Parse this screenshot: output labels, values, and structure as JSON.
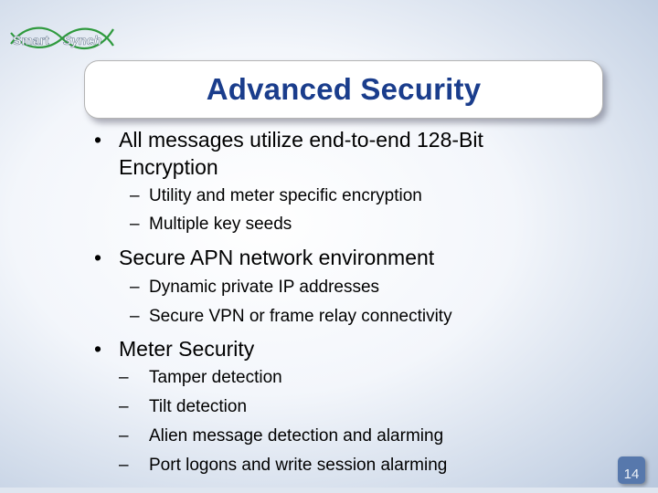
{
  "logo": {
    "text_left": "Smart",
    "text_right": "Synch"
  },
  "title": "Advanced Security",
  "bullets": [
    {
      "marker": "•",
      "lines": [
        "All messages utilize end-to-end 128-Bit",
        "Encryption"
      ],
      "sub": [
        {
          "marker": "–",
          "text": "Utility and meter specific encryption"
        },
        {
          "marker": "–",
          "text": "Multiple key seeds"
        }
      ]
    },
    {
      "marker": "•",
      "lines": [
        "Secure APN network environment"
      ],
      "sub": [
        {
          "marker": "–",
          "text": "Dynamic private IP addresses"
        },
        {
          "marker": "–",
          "text": "Secure VPN or frame relay connectivity"
        }
      ]
    },
    {
      "marker": "•",
      "lines": [
        "Meter Security"
      ],
      "sub": [
        {
          "marker": "–",
          "text": "Tamper detection"
        },
        {
          "marker": "–",
          "text": "Tilt detection"
        },
        {
          "marker": "–",
          "text": "Alien message detection and alarming"
        },
        {
          "marker": "–",
          "text": "Port logons and write session alarming"
        }
      ]
    }
  ],
  "page_number": "14",
  "colors": {
    "title": "#1a3d8c",
    "logo_wave": "#2f9a3e",
    "page_badge": "#5778ac"
  }
}
